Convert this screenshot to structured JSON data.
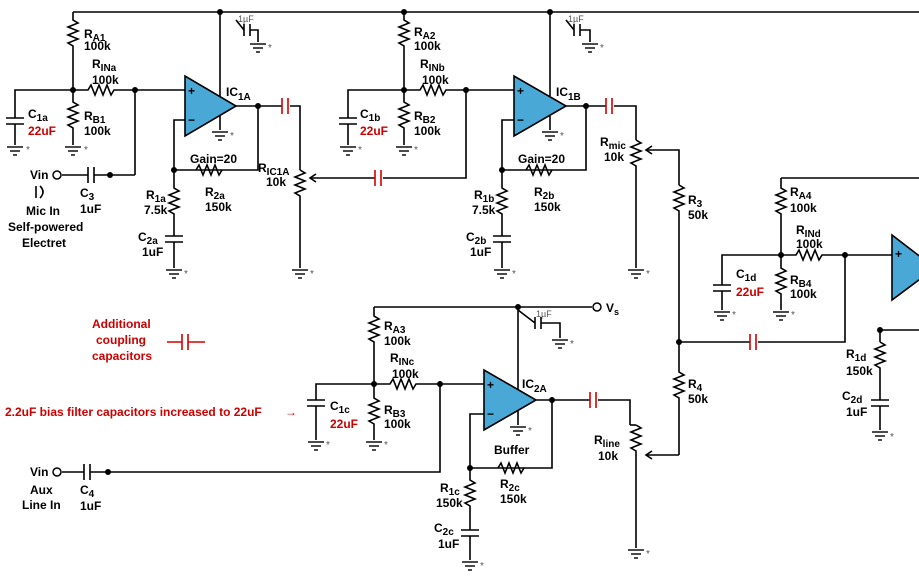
{
  "ic1a": {
    "name": "IC",
    "sub": "1A",
    "gain": "Gain=20"
  },
  "ic1b": {
    "name": "IC",
    "sub": "1B",
    "gain": "Gain=20"
  },
  "ic2a": {
    "name": "IC",
    "sub": "2A",
    "buffer": "Buffer"
  },
  "bypass_cap": "1µF",
  "ra1": {
    "r": "R",
    "sub": "A1",
    "val": "100k"
  },
  "rina": {
    "r": "R",
    "sub": "INa",
    "val": "100k"
  },
  "rb1": {
    "r": "R",
    "sub": "B1",
    "val": "100k"
  },
  "c1a": {
    "c": "C",
    "sub": "1a",
    "val": "22uF"
  },
  "vin1": "Vin",
  "c3": {
    "name": "C",
    "sub": "3",
    "val": "1uF"
  },
  "mic_label": [
    "Mic In",
    "Self-powered",
    "Electret"
  ],
  "r1a": {
    "r": "R",
    "sub": "1a",
    "val": "7.5k"
  },
  "r2a": {
    "r": "R",
    "sub": "2a",
    "val": "150k"
  },
  "c2a": {
    "c": "C",
    "sub": "2a",
    "val": "1uF"
  },
  "ric1a": {
    "r": "R",
    "sub": "IC1A",
    "val": "10k"
  },
  "ra2": {
    "r": "R",
    "sub": "A2",
    "val": "100k"
  },
  "rinb": {
    "r": "R",
    "sub": "INb",
    "val": "100k"
  },
  "rb2": {
    "r": "R",
    "sub": "B2",
    "val": "100k"
  },
  "c1b": {
    "c": "C",
    "sub": "1b",
    "val": "22uF"
  },
  "r1b": {
    "r": "R",
    "sub": "1b",
    "val": "7.5k"
  },
  "r2b": {
    "r": "R",
    "sub": "2b",
    "val": "150k"
  },
  "c2b": {
    "c": "C",
    "sub": "2b",
    "val": "1uF"
  },
  "rmic": {
    "r": "R",
    "sub": "mic",
    "val": "10k"
  },
  "r3": {
    "r": "R",
    "sub": "3",
    "val": "50k"
  },
  "r4": {
    "r": "R",
    "sub": "4",
    "val": "50k"
  },
  "ra4": {
    "r": "R",
    "sub": "A4",
    "val": "100k"
  },
  "rind": {
    "r": "R",
    "sub": "INd",
    "val": "100k"
  },
  "rb4": {
    "r": "R",
    "sub": "B4",
    "val": "100k"
  },
  "c1d": {
    "c": "C",
    "sub": "1d",
    "val": "22uF"
  },
  "r1d": {
    "r": "R",
    "sub": "1d",
    "val": "150k"
  },
  "c2d": {
    "c": "C",
    "sub": "2d",
    "val": "1uF"
  },
  "ra3": {
    "r": "R",
    "sub": "A3",
    "val": "100k"
  },
  "rinc": {
    "r": "R",
    "sub": "INc",
    "val": "100k"
  },
  "rb3": {
    "r": "R",
    "sub": "B3",
    "val": "100k"
  },
  "c1c": {
    "c": "C",
    "sub": "1c",
    "val": "22uF"
  },
  "vs": {
    "v": "V",
    "sub": "s"
  },
  "r1c": {
    "r": "R",
    "sub": "1c",
    "val": "150k"
  },
  "r2c": {
    "r": "R",
    "sub": "2c",
    "val": "150k"
  },
  "c2c": {
    "c": "C",
    "sub": "2c",
    "val": "1uF"
  },
  "rline": {
    "r": "R",
    "sub": "line",
    "val": "10k"
  },
  "vin2": "Vin",
  "aux_label": [
    "Aux",
    "Line In"
  ],
  "c4": {
    "name": "C",
    "sub": "4",
    "val": "1uF"
  },
  "annot_coupling": [
    "Additional",
    "coupling",
    "capacitors"
  ],
  "annot_bias": "2.2uF bias filter capacitors increased to 22uF",
  "arrow": "→",
  "star": "*",
  "plus": "+",
  "minus": "−",
  "colors": {
    "opamp": "#4aa8d6",
    "added_parts": "#d40000",
    "annotation_text": "#cc0000"
  }
}
